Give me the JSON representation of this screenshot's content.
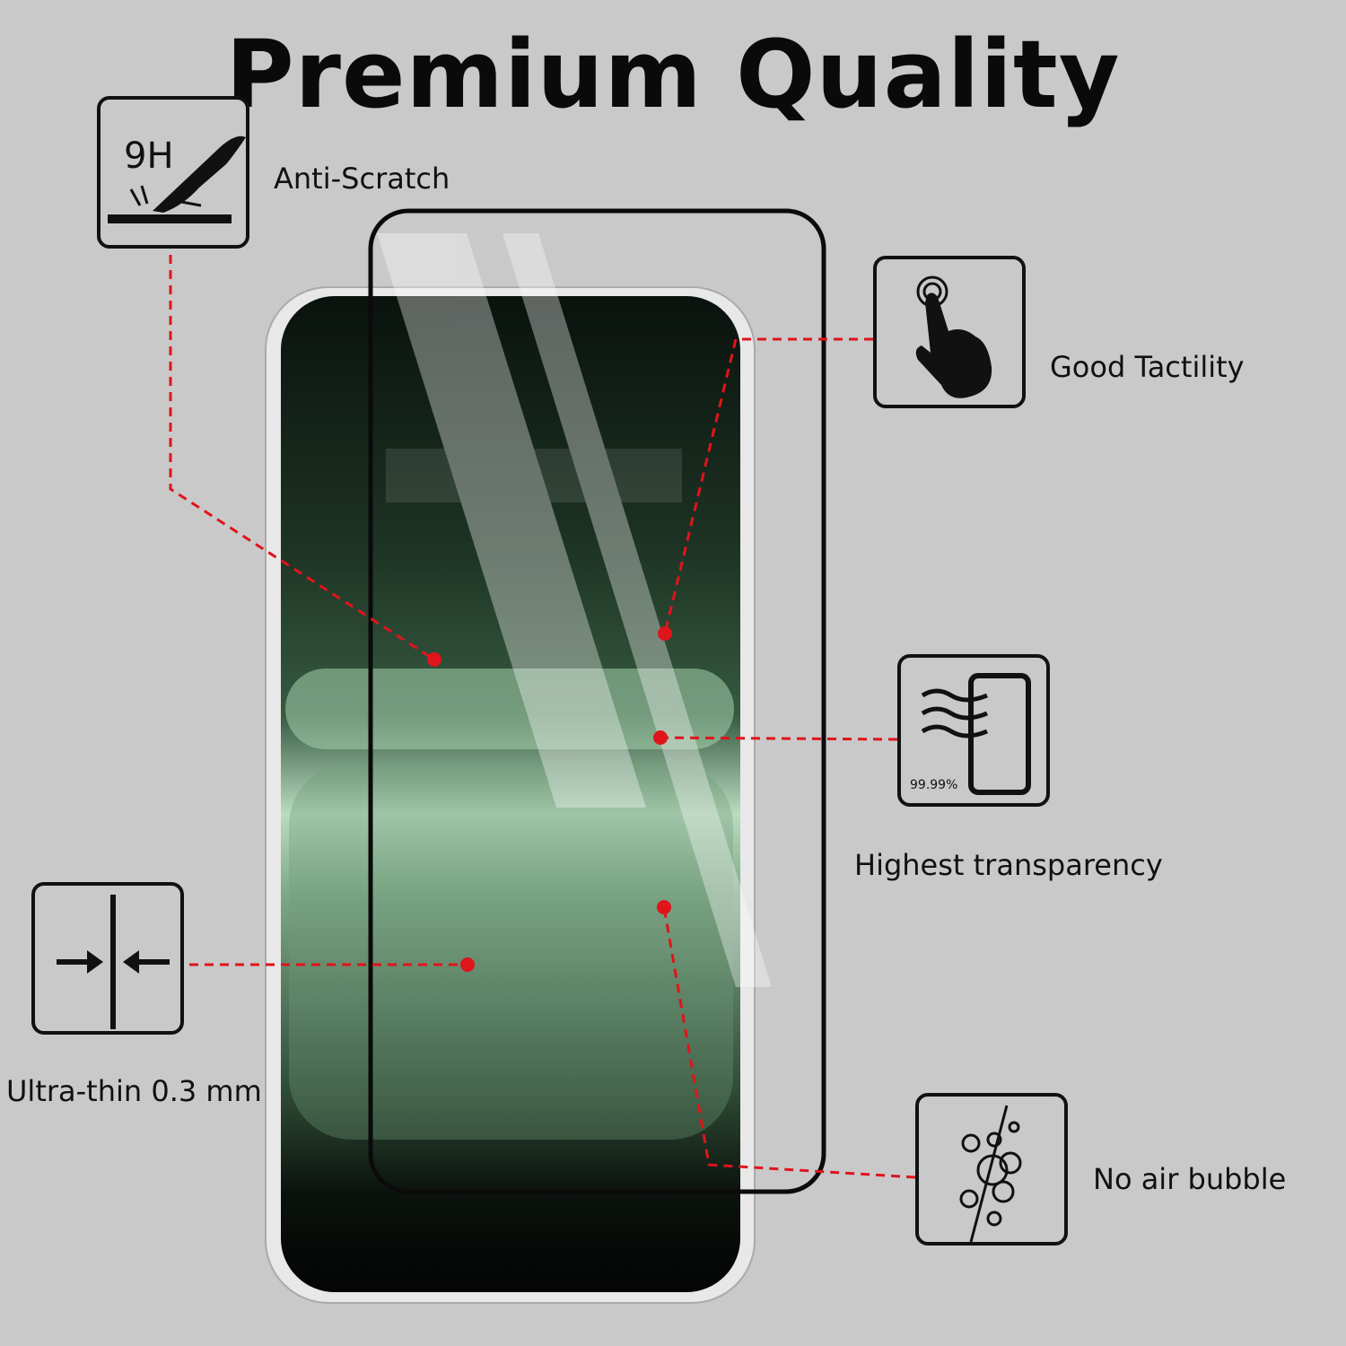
{
  "title": "Premium Quality",
  "features": [
    {
      "id": "anti-scratch",
      "label": "Anti-Scratch",
      "icon": "knife-scratch-icon",
      "badge": "9H"
    },
    {
      "id": "tactility",
      "label": "Good Tactility",
      "icon": "finger-touch-icon"
    },
    {
      "id": "transparency",
      "label": "Highest transparency",
      "icon": "transparency-phone-icon",
      "badge": "99.99%"
    },
    {
      "id": "ultra-thin",
      "label": "Ultra-thin 0.3 mm",
      "icon": "thickness-arrows-icon"
    },
    {
      "id": "no-bubble",
      "label": "No air bubble",
      "icon": "no-bubble-icon"
    }
  ],
  "colors": {
    "background": "#c9c9c9",
    "callout": "#e0141b",
    "ink": "#111111"
  }
}
